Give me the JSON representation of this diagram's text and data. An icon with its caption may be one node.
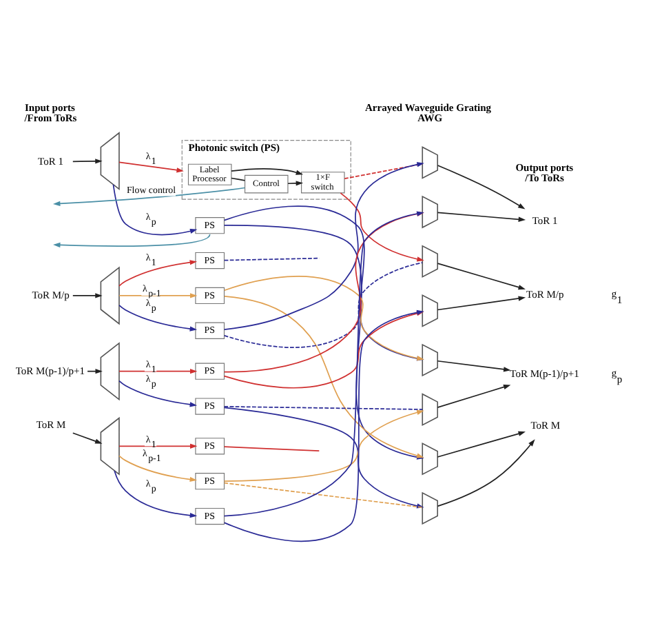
{
  "diagram": {
    "nodes": [
      {
        "text": [
          "ToR 1"
        ]
      },
      {
        "text": [],
        "shape": "trapezoid"
      },
      {
        "text": [
          "Photonic switch (PS)"
        ]
      },
      {
        "text": [
          "Label Processor"
        ],
        "in": 2
      },
      {
        "text": [
          "1×F switch"
        ],
        "in": 2
      },
      {
        "text": [
          "Control"
        ],
        "in": 2
      },
      {
        "text": [
          "PS"
        ]
      },
      {
        "text": [
          "ToR M/p"
        ]
      },
      {
        "text": [],
        "shape": "trapezoid"
      },
      {
        "text": [
          "PS"
        ]
      },
      {
        "text": [
          "PS"
        ]
      },
      {
        "text": [
          "PS"
        ]
      },
      {
        "text": [
          "ToR M(p-1)/p+1"
        ]
      },
      {
        "text": [],
        "shape": "trapezoid"
      },
      {
        "text": [
          "PS"
        ]
      },
      {
        "text": [
          "PS"
        ]
      },
      {
        "text": [
          "ToR M"
        ]
      },
      {
        "text": [],
        "shape": "trapezoid"
      },
      {
        "text": [
          "PS"
        ]
      },
      {
        "text": [
          "PS"
        ]
      },
      {
        "text": [
          "PS"
        ]
      },
      {
        "text": [],
        "shape": "trapezoid"
      },
      {
        "text": [],
        "shape": "trapezoid"
      },
      {
        "text": [],
        "shape": "trapezoid"
      },
      {
        "text": [],
        "shape": "trapezoid"
      },
      {
        "text": [],
        "shape": "trapezoid"
      },
      {
        "text": [],
        "shape": "trapezoid"
      },
      {
        "text": [],
        "shape": "trapezoid"
      },
      {
        "text": [],
        "shape": "trapezoid"
      },
      {
        "text": [
          "ToR 1"
        ]
      },
      {
        "text": [
          "ToR M/p"
        ]
      },
      {
        "text": [
          "ToR M(p-1)/p+1"
        ]
      },
      {
        "text": [
          "ToR M"
        ]
      }
    ],
    "edges": [
      {
        "from": 0,
        "to": 1,
        "arrow": "to"
      },
      {
        "from": 1,
        "to": 2,
        "arrow": "to",
        "label": "λ$_{1}$",
        "color": "#d03030"
      },
      {
        "from": 1,
        "to": 6,
        "arrow": "to",
        "label": "λ$_{p}$",
        "color": "#2a2a96"
      },
      {
        "from": 3,
        "to": 4,
        "arrow": "to"
      },
      {
        "from": 3,
        "to": 5,
        "arrow": "none"
      },
      {
        "from": 5,
        "to": 4,
        "arrow": "to"
      },
      {
        "from": 5,
        "to": null,
        "arrow": "to",
        "label": "Flow control",
        "color": "#4a8fa6"
      },
      {
        "from": 6,
        "to": null,
        "arrow": "to",
        "color": "#4a8fa6"
      },
      {
        "from": 7,
        "to": 8,
        "arrow": "to"
      },
      {
        "from": 8,
        "to": 9,
        "arrow": "to",
        "label": "λ$_{1}$",
        "color": "#d03030"
      },
      {
        "from": 8,
        "to": 10,
        "arrow": "to",
        "label": "λ$_{p-1}$",
        "color": "#e0a050"
      },
      {
        "from": 8,
        "to": 11,
        "arrow": "to",
        "label": "λ$_{p}$",
        "color": "#2a2a96"
      },
      {
        "from": 12,
        "to": 13,
        "arrow": "to"
      },
      {
        "from": 13,
        "to": 14,
        "arrow": "to",
        "label": "λ$_{1}$",
        "color": "#d03030"
      },
      {
        "from": 13,
        "to": 15,
        "arrow": "to",
        "label": "λ$_{p}$",
        "color": "#2a2a96"
      },
      {
        "from": 16,
        "to": 17,
        "arrow": "to"
      },
      {
        "from": 17,
        "to": 18,
        "arrow": "to",
        "label": "λ$_{1}$",
        "color": "#d03030"
      },
      {
        "from": 17,
        "to": 19,
        "arrow": "to",
        "label": "λ$_{p-1}$",
        "color": "#e0a050"
      },
      {
        "from": 17,
        "to": 20,
        "arrow": "to",
        "label": "λ$_{p}$",
        "color": "#2a2a96"
      },
      {
        "from": 4,
        "to": 21,
        "arrow": "none",
        "style": "dashed",
        "color": "#d03030"
      },
      {
        "from": 4,
        "to": 23,
        "arrow": "to",
        "color": "#d03030"
      },
      {
        "from": 6,
        "to": 25,
        "arrow": "to",
        "color": "#2a2a96"
      },
      {
        "from": 6,
        "to": 27,
        "arrow": "to",
        "color": "#2a2a96"
      },
      {
        "from": 9,
        "to": null,
        "arrow": "none",
        "style": "dashed",
        "color": "#2a2a96"
      },
      {
        "from": 10,
        "to": 25,
        "arrow": "to",
        "color": "#e0a050"
      },
      {
        "from": 10,
        "to": 27,
        "arrow": "to",
        "color": "#e0a050"
      },
      {
        "from": 11,
        "to": 21,
        "arrow": "to",
        "color": "#2a2a96"
      },
      {
        "from": 11,
        "to": 23,
        "arrow": "none",
        "style": "dashed",
        "color": "#2a2a96"
      },
      {
        "from": 14,
        "to": 22,
        "arrow": "to",
        "color": "#d03030"
      },
      {
        "from": 14,
        "to": 24,
        "arrow": "to",
        "color": "#d03030"
      },
      {
        "from": 15,
        "to": 26,
        "arrow": "none",
        "style": "dashed",
        "color": "#2a2a96"
      },
      {
        "from": 15,
        "to": 28,
        "arrow": "to",
        "color": "#2a2a96"
      },
      {
        "from": 18,
        "to": null,
        "arrow": "none",
        "color": "#d03030"
      },
      {
        "from": 19,
        "to": 26,
        "arrow": "to",
        "color": "#e0a050"
      },
      {
        "from": 19,
        "to": 28,
        "arrow": "none",
        "style": "dashed",
        "color": "#e0a050"
      },
      {
        "from": 20,
        "to": 22,
        "arrow": "to",
        "color": "#2a2a96"
      },
      {
        "from": 20,
        "to": 24,
        "arrow": "to",
        "color": "#2a2a96"
      },
      {
        "from": 21,
        "to": 29,
        "arrow": "to"
      },
      {
        "from": 22,
        "to": 29,
        "arrow": "to"
      },
      {
        "from": 23,
        "to": 30,
        "arrow": "to"
      },
      {
        "from": 24,
        "to": 30,
        "arrow": "to"
      },
      {
        "from": 25,
        "to": 31,
        "arrow": "to"
      },
      {
        "from": 26,
        "to": 31,
        "arrow": "to"
      },
      {
        "from": 27,
        "to": 32,
        "arrow": "to"
      },
      {
        "from": 28,
        "to": 32,
        "arrow": "to"
      }
    ],
    "labels": [
      "Arrayed Waveguide Grating AWG",
      "Input ports /From ToRs",
      "Output ports /To ToRs",
      "g$_{1}$",
      "g$_{p}$"
    ]
  }
}
